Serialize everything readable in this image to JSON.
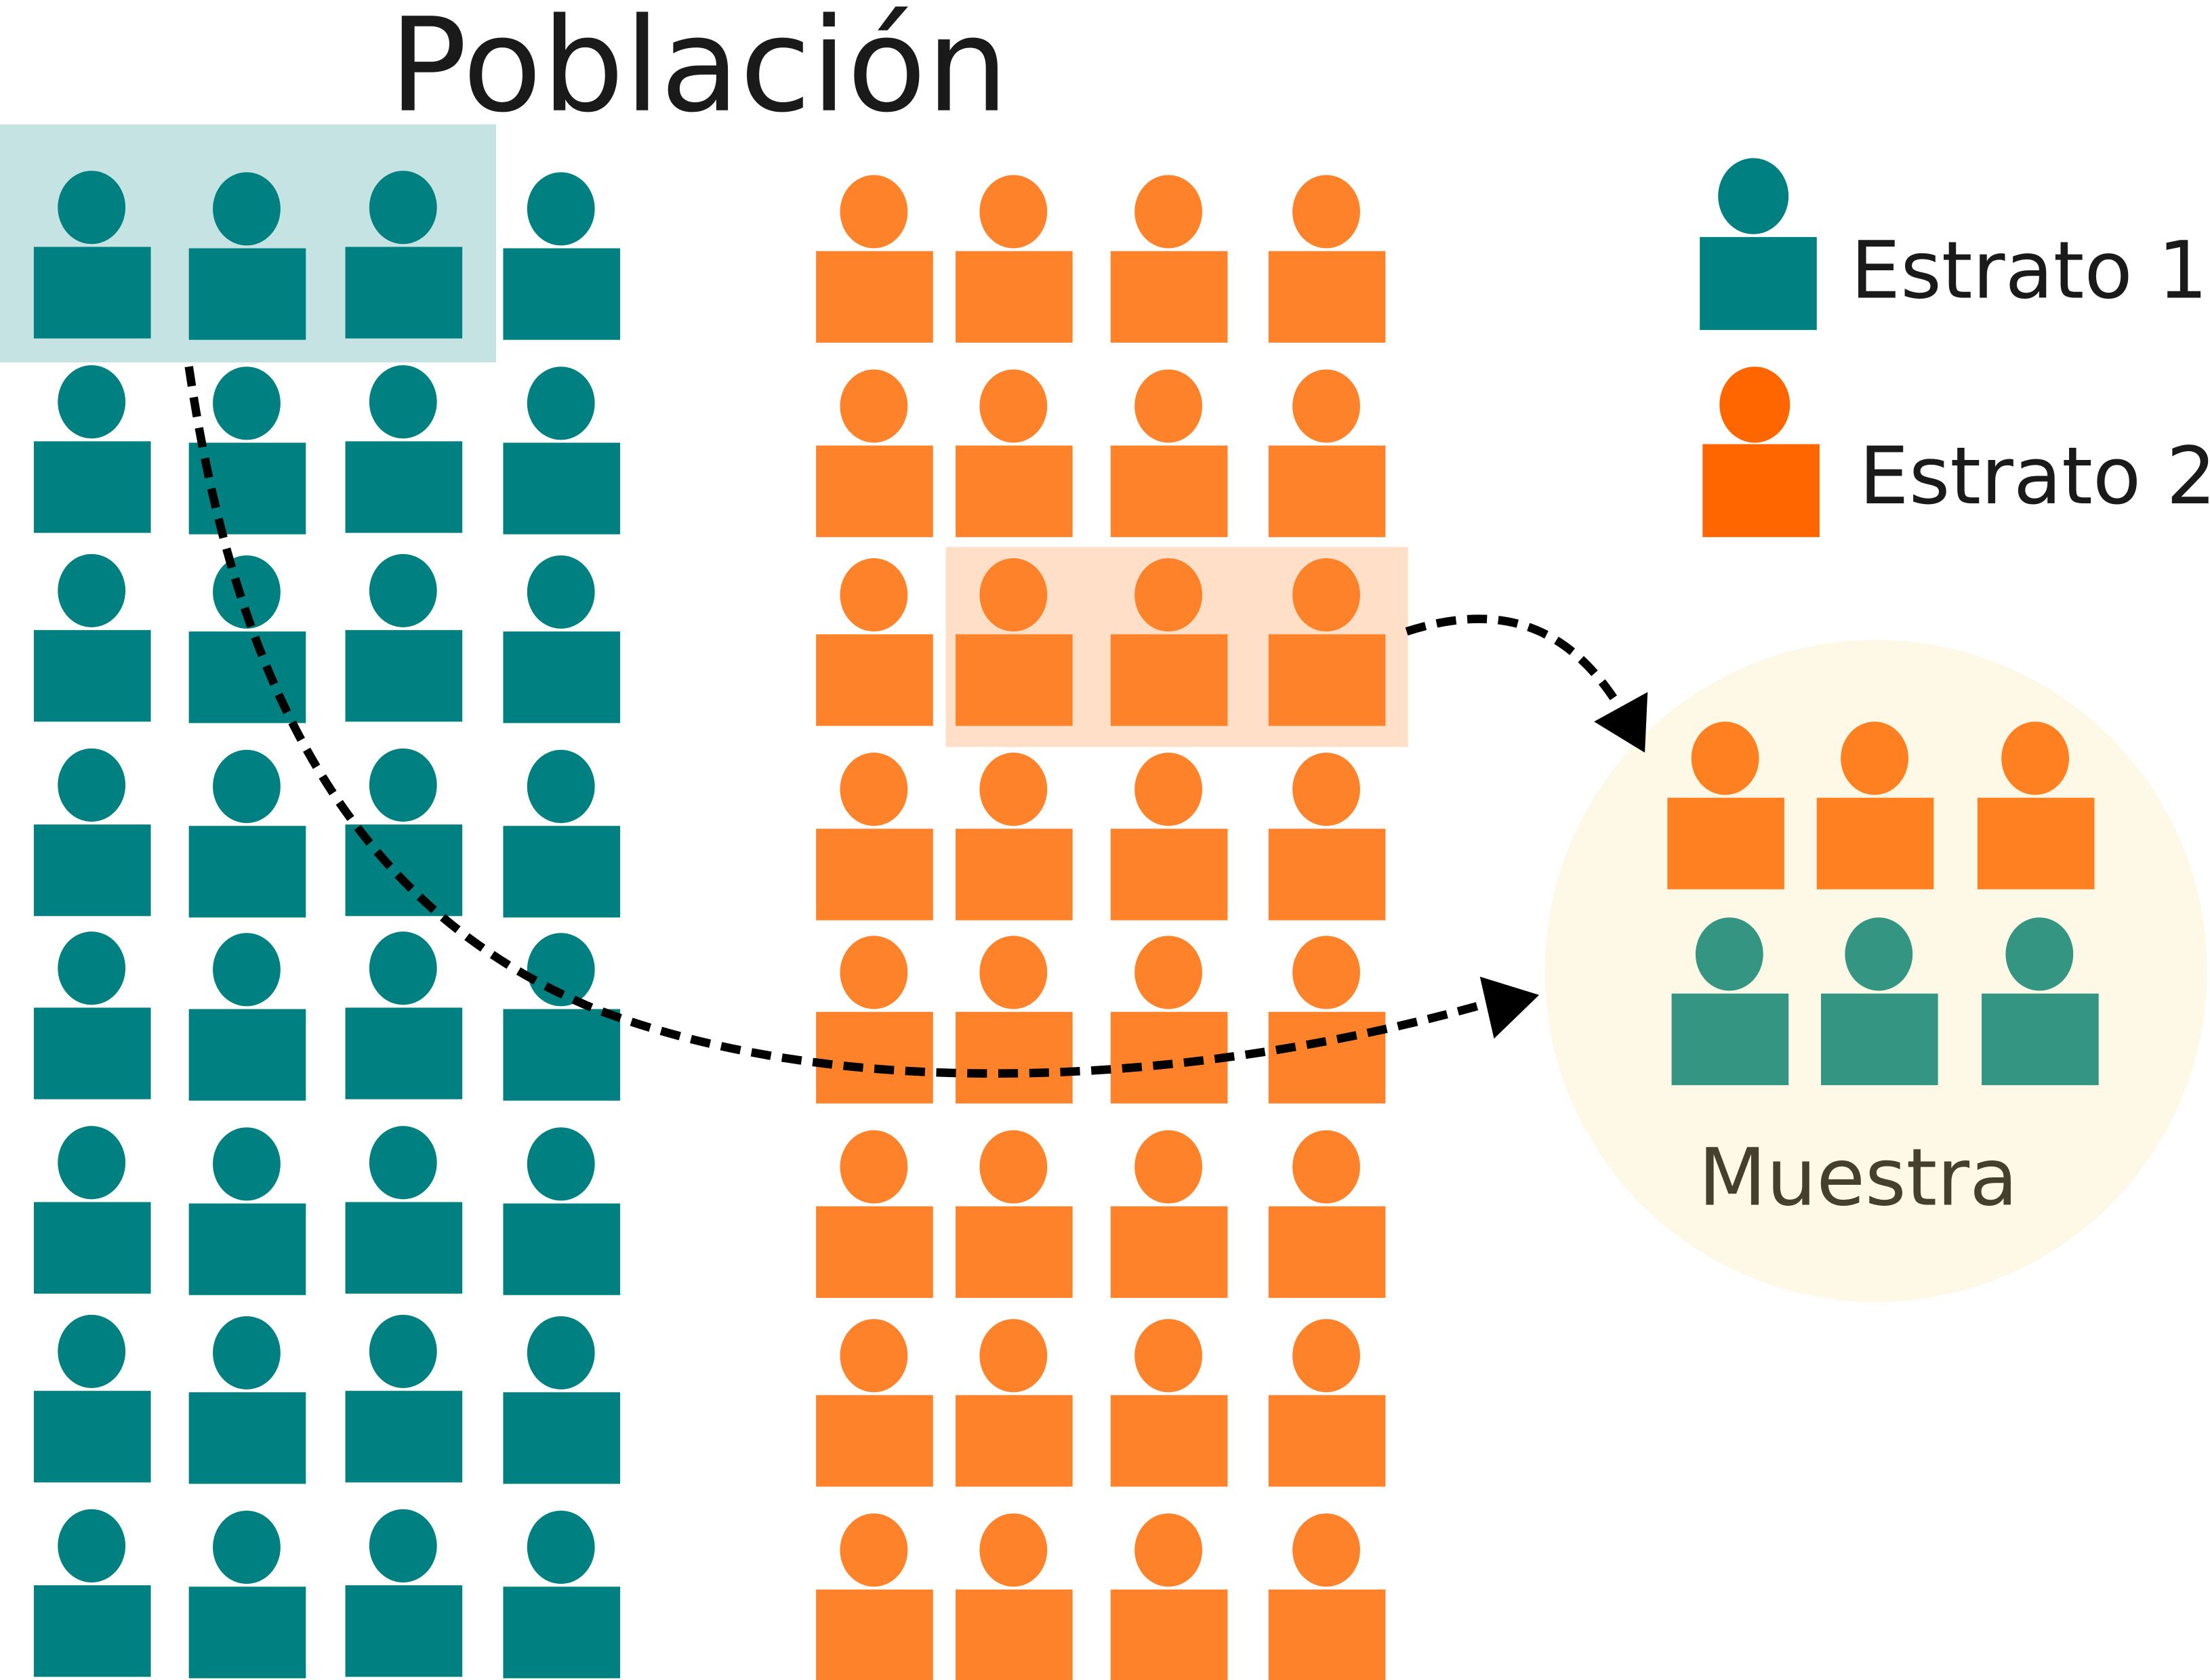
{
  "title": "Población",
  "legend": [
    {
      "label": "Estrato 1",
      "color": "#008080"
    },
    {
      "label": "Estrato 2",
      "color": "#ff6600"
    }
  ],
  "sample": {
    "label": "Muestra",
    "color_label": "#463f2e",
    "background": "#fef9e7"
  },
  "population": {
    "stratum1": {
      "rows": 8,
      "cols": 4,
      "color": "#008080",
      "highlight": "#c5e3e2",
      "selected_row": 1,
      "selected_count": 3
    },
    "stratum2": {
      "rows": 8,
      "cols": 4,
      "color": "#fe8229",
      "highlight": "#ffdfc8",
      "selected_row": 3,
      "selected_count": 3
    }
  },
  "sample_people": {
    "stratum2": {
      "count": 3,
      "color": "#fe8020"
    },
    "stratum1": {
      "count": 3,
      "color": "#339582"
    }
  }
}
